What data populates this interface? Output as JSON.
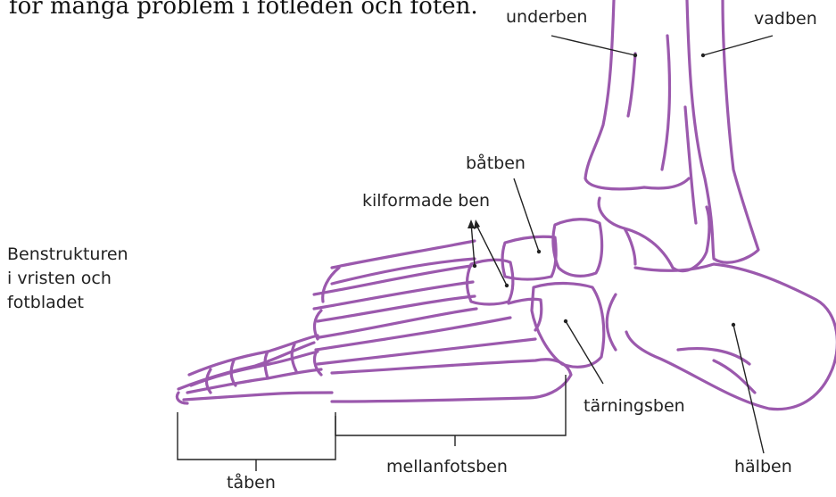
{
  "intro_text_fragment": "för många problem i fotleden och foten.",
  "caption": {
    "line1": "Benstrukturen",
    "line2": "i vristen och",
    "line3": "fotbladet"
  },
  "labels": {
    "underben": "underben",
    "vadben": "vadben",
    "batben": "båtben",
    "kilformade_ben": "kilformade ben",
    "tarningsben": "tärningsben",
    "halben": "hälben",
    "mellanfotsben": "mellanfotsben",
    "taben": "tåben"
  },
  "colors": {
    "bone_outline": "#9b59ad",
    "leader_line": "#222222",
    "text": "#222222"
  }
}
